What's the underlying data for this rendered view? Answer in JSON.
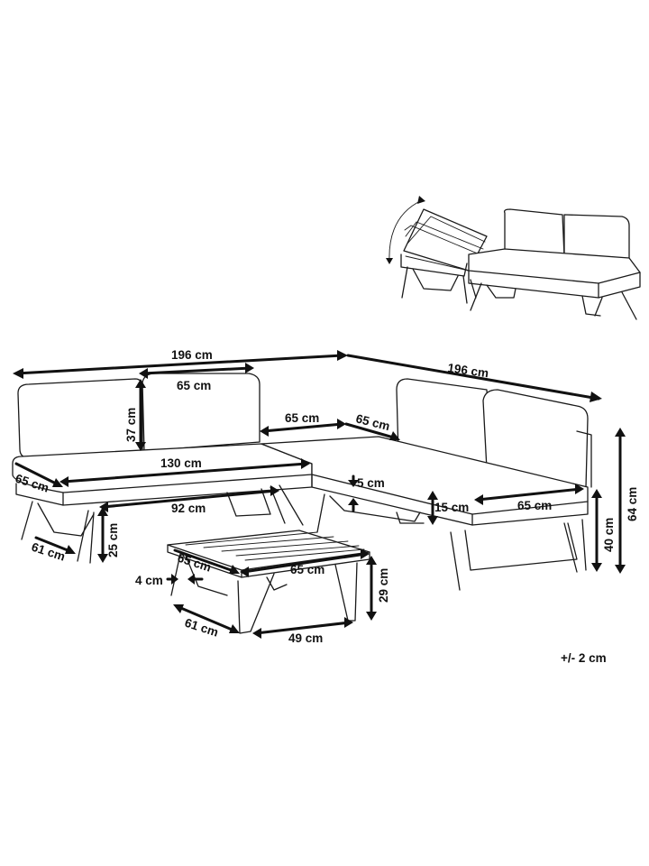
{
  "dimensions": {
    "sofa_total_width_left": "196 cm",
    "sofa_total_width_right": "196 cm",
    "backrest_cushion_width": "65 cm",
    "backrest_height": "37 cm",
    "corner_width_a": "65 cm",
    "corner_width_b": "65 cm",
    "seat_depth_left": "65 cm",
    "seat_length": "130 cm",
    "seat_cushion_thickness": "5 cm",
    "seat_height_right": "15 cm",
    "right_seat_cushion_width": "65 cm",
    "total_height": "64 cm",
    "seat_height": "40 cm",
    "under_seat_width": "92 cm",
    "leg_depth": "61 cm",
    "ground_clearance": "25 cm",
    "table_depth": "65 cm",
    "table_width": "65 cm",
    "table_frame_thickness": "4 cm",
    "table_height": "29 cm",
    "table_leg_depth": "61 cm",
    "table_leg_width": "49 cm"
  },
  "tolerance": "+/- 2 cm"
}
